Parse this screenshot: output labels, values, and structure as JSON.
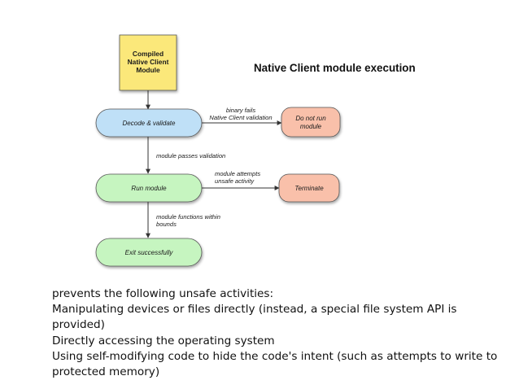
{
  "title": "Native Client module execution",
  "nodes": {
    "compiled": [
      "Compiled",
      "Native Client",
      "Module"
    ],
    "decode": "Decode & validate",
    "do_not_run": [
      "Do not run",
      "module"
    ],
    "run": "Run module",
    "terminate": "Terminate",
    "exit": "Exit successfully"
  },
  "edges": {
    "binary_fails": [
      "binary fails",
      "Native Client validation"
    ],
    "passes_validation": "module passes validation",
    "unsafe_activity": [
      "module attempts",
      "unsafe activity"
    ],
    "within_bounds": [
      "module functions within",
      "bounds"
    ]
  },
  "notes": [
    "prevents the following unsafe activities:",
    "Manipulating devices or files directly (instead, a special file system API is provided)",
    "Directly accessing the operating system",
    "Using self-modifying code to hide the code's intent (such as attempts to write to",
    "protected memory)"
  ],
  "colors": {
    "compiled_fill": "#fbe87a",
    "decode_fill": "#bfe0f7",
    "run_fill": "#c6f5c0",
    "exit_fill": "#c6f5c0",
    "red_fill": "#f9c0aa",
    "text": "#111111"
  }
}
